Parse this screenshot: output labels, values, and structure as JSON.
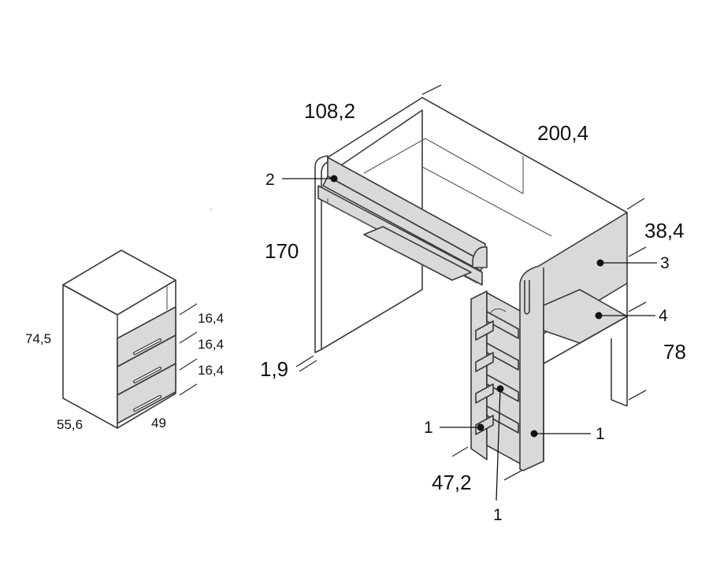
{
  "colors": {
    "panel": "#d9d9d9",
    "line": "#3a3a3a",
    "text": "#111111"
  },
  "desk_dimensions": {
    "height": "74,5",
    "drawer_1": "16,4",
    "drawer_2": "16,4",
    "drawer_3": "16,4",
    "depth": "55,6",
    "width": "49"
  },
  "bed_dimensions": {
    "width": "108,2",
    "length": "200,4",
    "height": "170",
    "leg_thickness": "1,9",
    "guard_height": "38,4",
    "shelf_height": "78",
    "ladder_width": "47,2"
  },
  "callouts": {
    "guard_rail": "2",
    "end_panel": "3",
    "shelf": "4",
    "ladder_left": "1",
    "ladder_right": "1",
    "ladder_bottom": "1"
  }
}
